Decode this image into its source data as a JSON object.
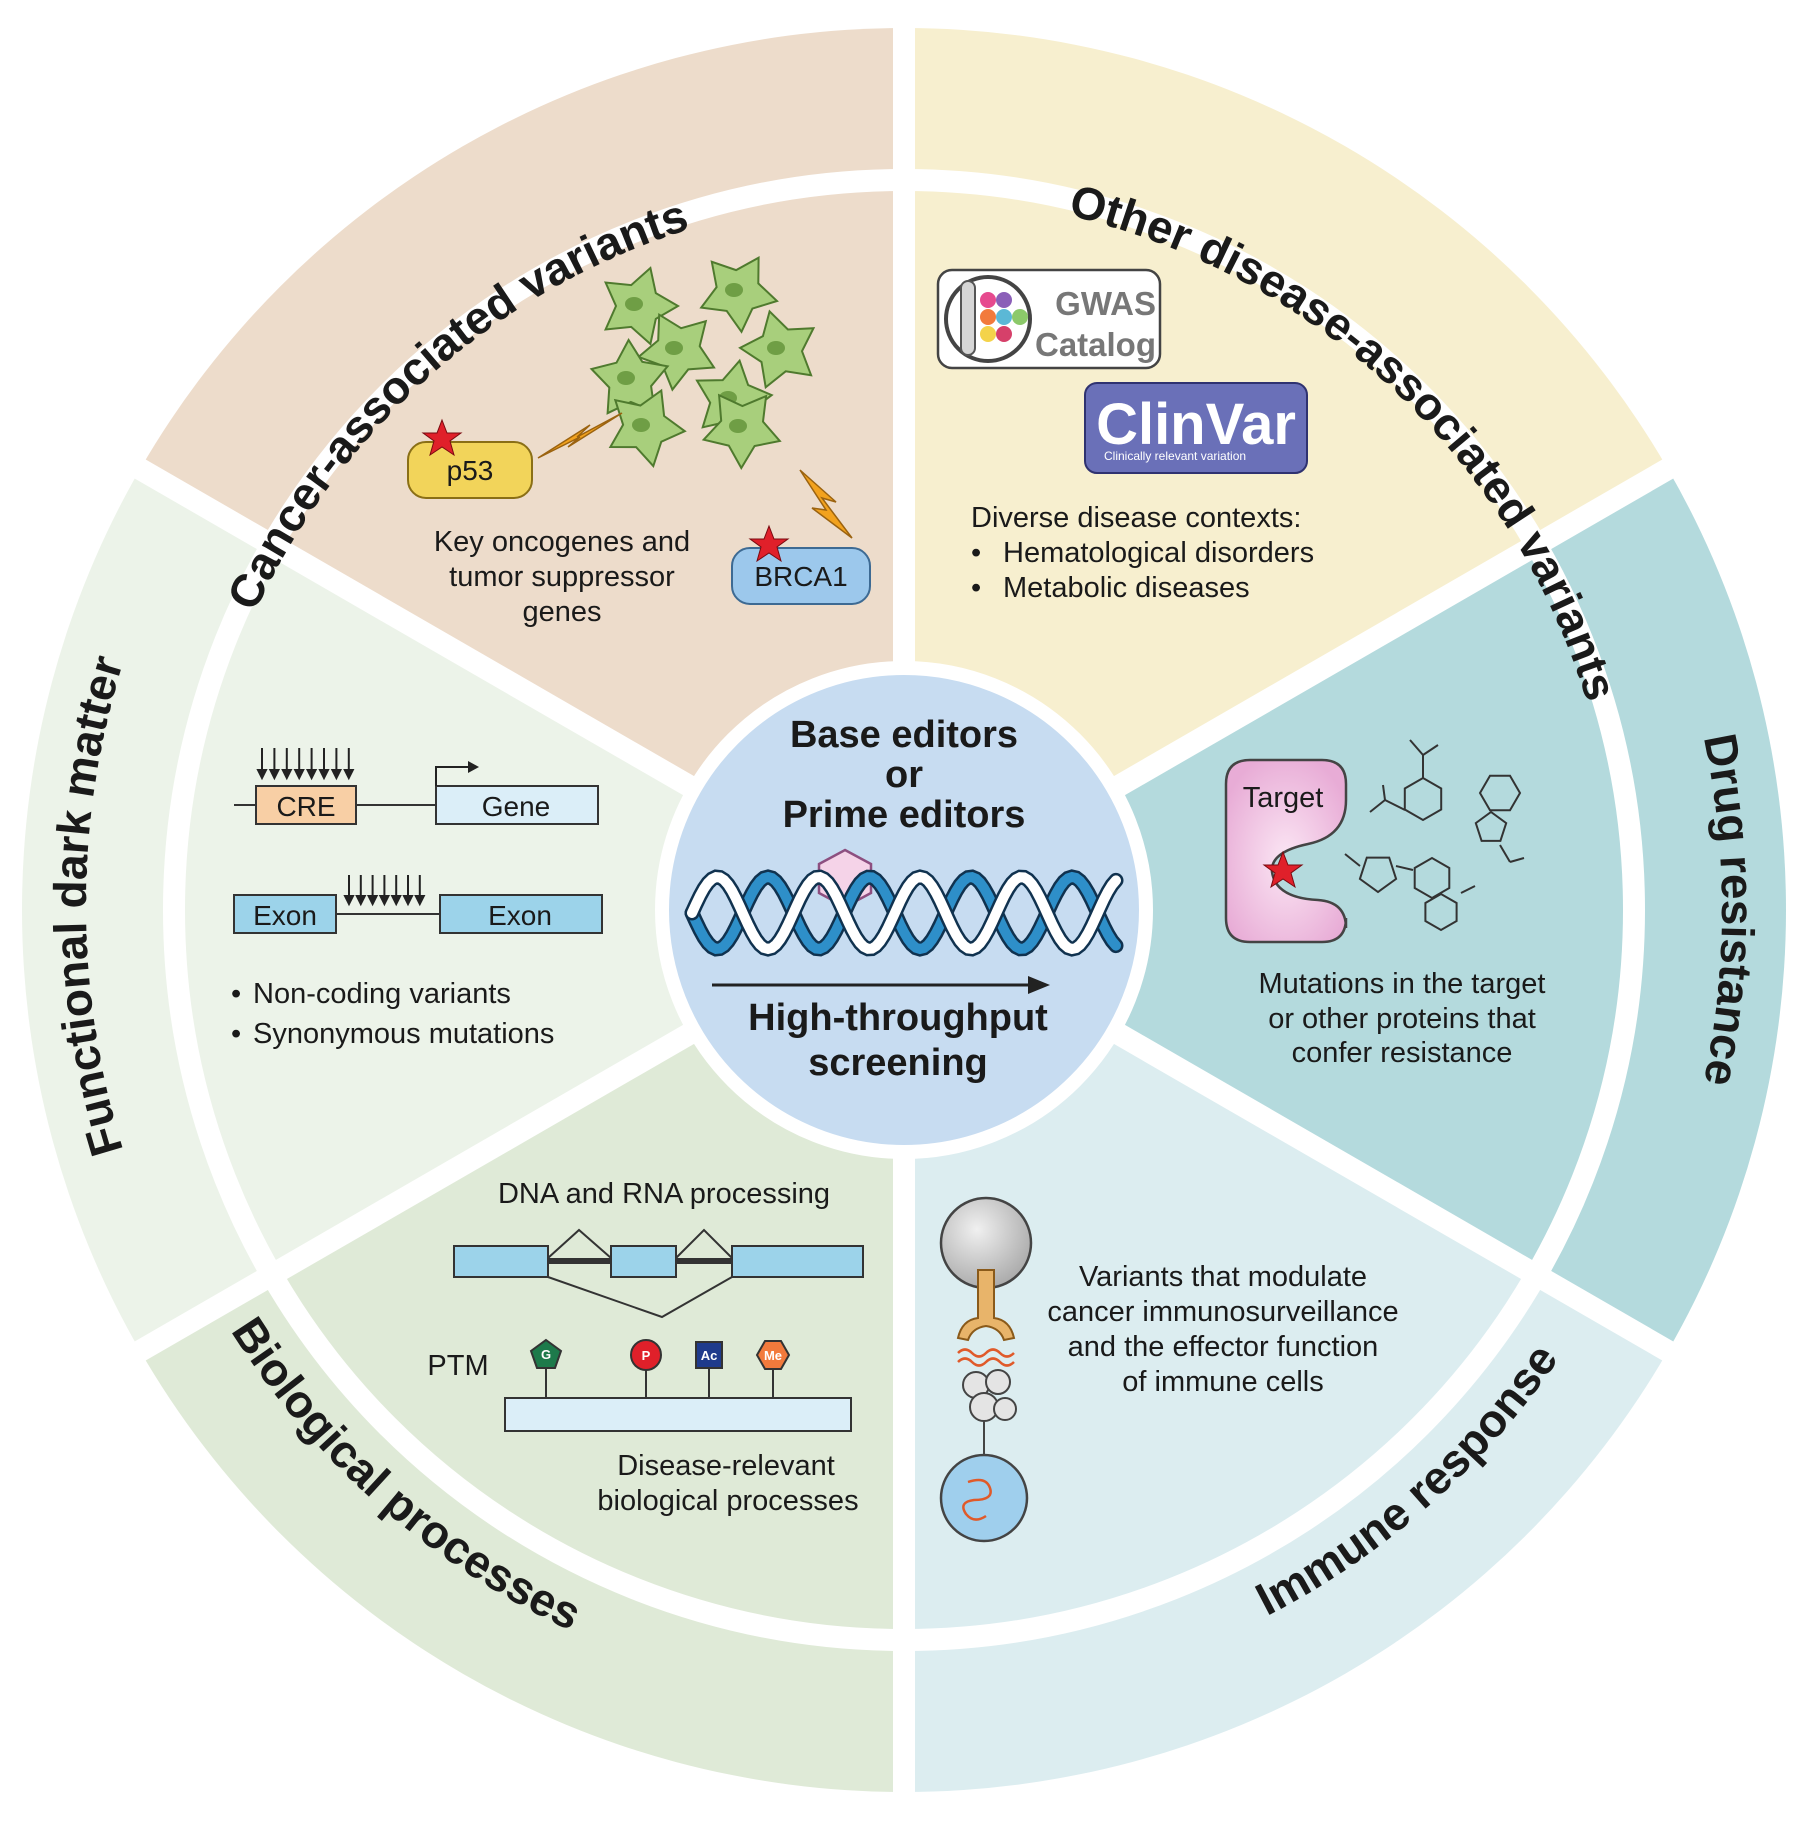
{
  "colors": {
    "cancer": "#eddccb",
    "other_disease": "#f7efcf",
    "drug": "#b4dadd",
    "immune": "#dcedf0",
    "biological": "#dfead7",
    "dark_matter": "#ecf3e9",
    "center": "#c7dcf1",
    "cell_fill": "#a8cf7c",
    "p53": "#f2d45a",
    "brca1": "#9cc8ec",
    "target": "#e9b3d9",
    "clinvar": "#6a70b8",
    "cre": "#f8cfa5",
    "exon": "#9cd3ea",
    "dna_blue": "#2e8fc9",
    "star": "#e0202a"
  },
  "center": {
    "line1": "Base editors",
    "line2": "or",
    "line3": "Prime editors",
    "line4": "High-throughput",
    "line5": "screening"
  },
  "segments": {
    "cancer": {
      "title": "Cancer-associated variants",
      "p53_label": "p53",
      "brca1_label": "BRCA1",
      "caption_lines": [
        "Key oncogenes and",
        "tumor suppressor",
        "genes"
      ]
    },
    "other_disease": {
      "title": "Other disease-associated variants",
      "gwas_line1": "GWAS",
      "gwas_line2": "Catalog",
      "clinvar_label": "ClinVar",
      "clinvar_sub": "Clinically relevant variation",
      "heading": "Diverse disease contexts:",
      "bullets": [
        "Hematological disorders",
        "Metabolic diseases"
      ]
    },
    "drug": {
      "title": "Drug resistance",
      "target_label": "Target",
      "caption_lines": [
        "Mutations in the target",
        "or other proteins that",
        "confer resistance"
      ]
    },
    "immune": {
      "title": "Immune response",
      "caption_lines": [
        "Variants that modulate",
        "cancer immunosurveillance",
        "and the effector function",
        "of immune cells"
      ]
    },
    "biological": {
      "title": "Biological processes",
      "dna_rna_label": "DNA and RNA processing",
      "ptm_label": "PTM",
      "ptm_marks": [
        "G",
        "P",
        "Ac",
        "Me"
      ],
      "caption_lines": [
        "Disease-relevant",
        "biological processes"
      ]
    },
    "dark_matter": {
      "title": "Functional dark matter",
      "cre_label": "CRE",
      "gene_label": "Gene",
      "exon1_label": "Exon",
      "exon2_label": "Exon",
      "bullets": [
        "Non-coding variants",
        "Synonymous mutations"
      ]
    }
  }
}
